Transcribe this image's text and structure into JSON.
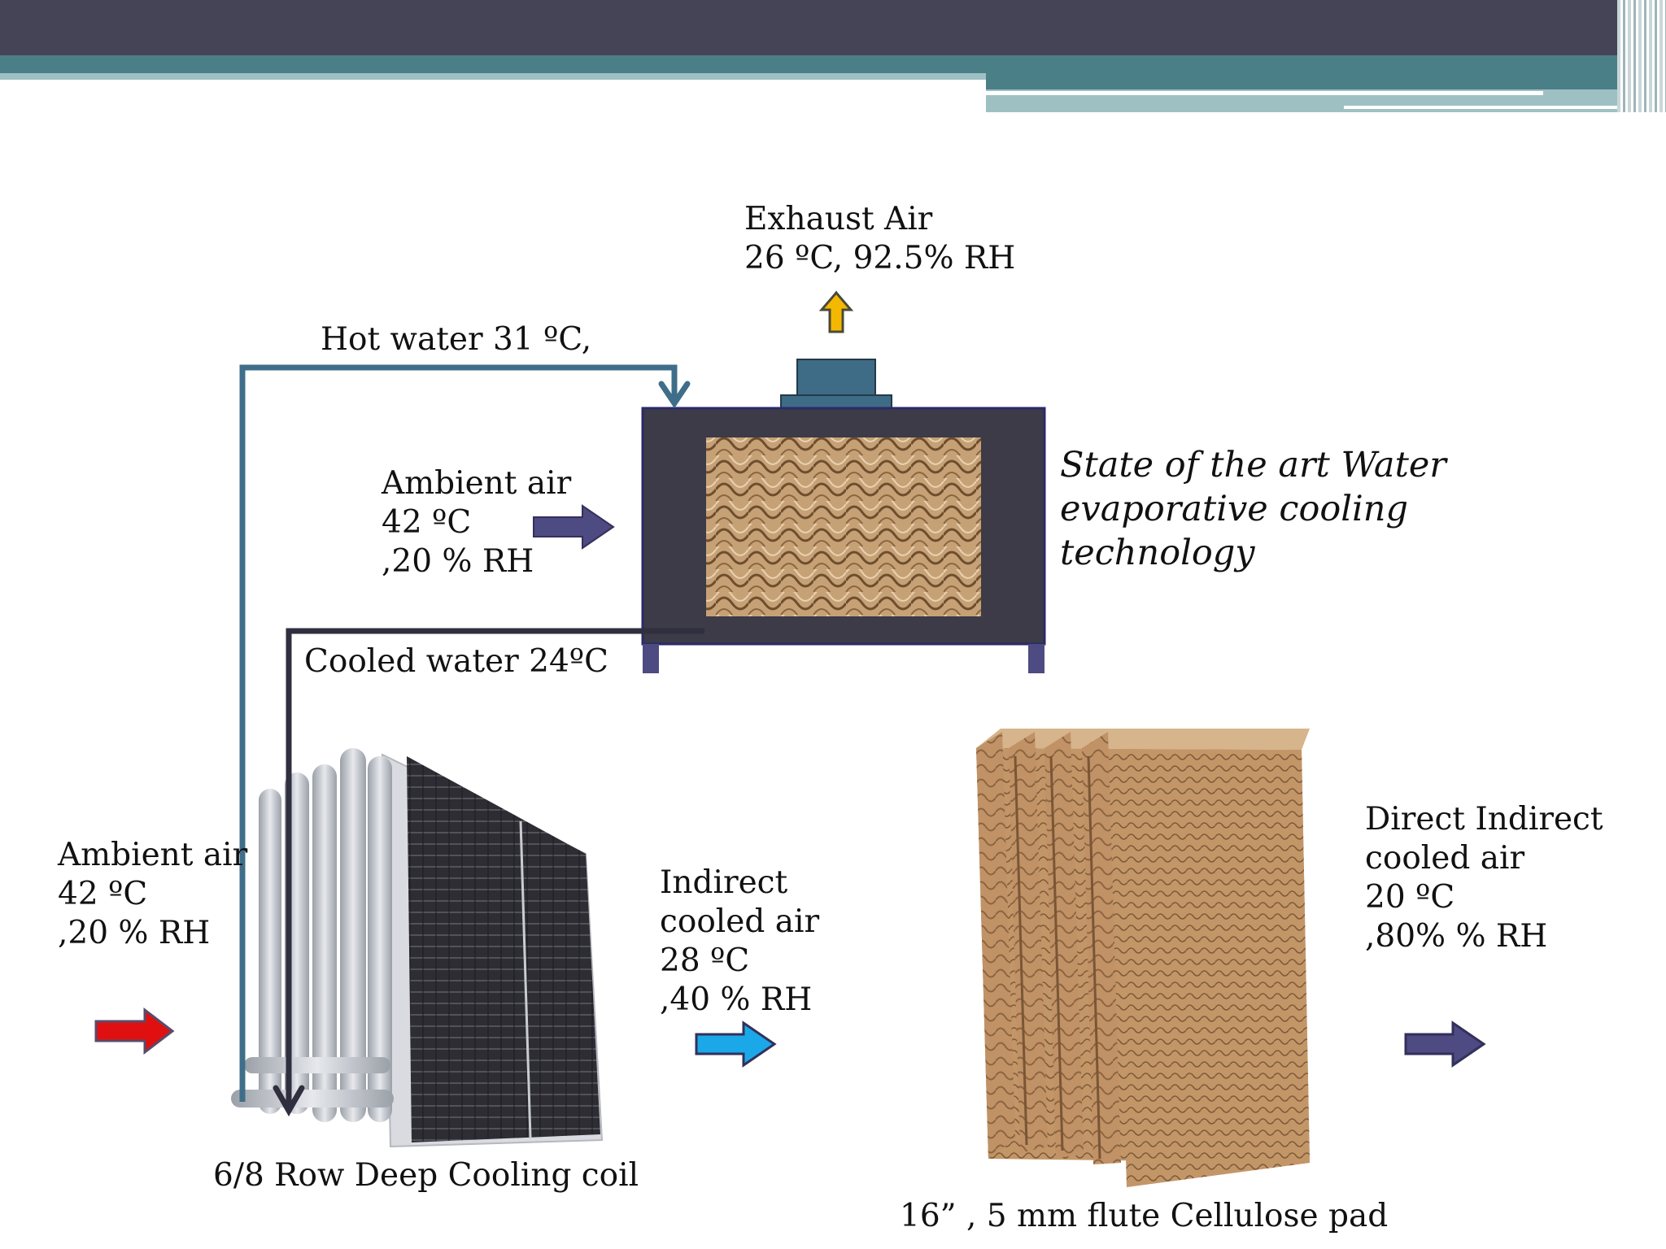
{
  "labels": {
    "exhaust": {
      "line1": "Exhaust Air",
      "line2": "26 ºC, 92.5% RH"
    },
    "hot_water": "Hot water 31 ºC,",
    "ambient_top": {
      "line1": "Ambient air",
      "line2": "42 ºC",
      "line3": ",20 % RH"
    },
    "state_of_art": {
      "line1": "State of the art  Water",
      "line2": "evaporative cooling",
      "line3": "technology"
    },
    "cooled_water": "Cooled water 24ºC",
    "ambient_left": {
      "line1": "Ambient air",
      "line2": "42 ºC",
      "line3": ",20 % RH"
    },
    "indirect": {
      "line1": "Indirect",
      "line2": "cooled air",
      "line3": "28 ºC",
      "line4": ",40 % RH"
    },
    "direct_indirect": {
      "line1": "Direct Indirect",
      "line2": "cooled air",
      "line3": "20 ºC",
      "line4": ",80% % RH"
    },
    "coil_caption": "6/8 Row Deep Cooling coil",
    "pad_caption": "16” , 5 mm flute Cellulose pad"
  },
  "colors": {
    "header_dark": "#454456",
    "header_teal": "#4b7f87",
    "header_light": "#9fc0c3",
    "pipe_hot": "#3f6e8a",
    "pipe_cold": "#2f2f3f",
    "unit_body": "#3c3b47",
    "unit_fan": "#3e6b86",
    "arrow_ambient": "#4e4a82",
    "arrow_red": "#e01010",
    "arrow_blue": "#1aa8e8",
    "arrow_exhaust": "#f5b800",
    "pad_tan": "#c49a6c"
  }
}
